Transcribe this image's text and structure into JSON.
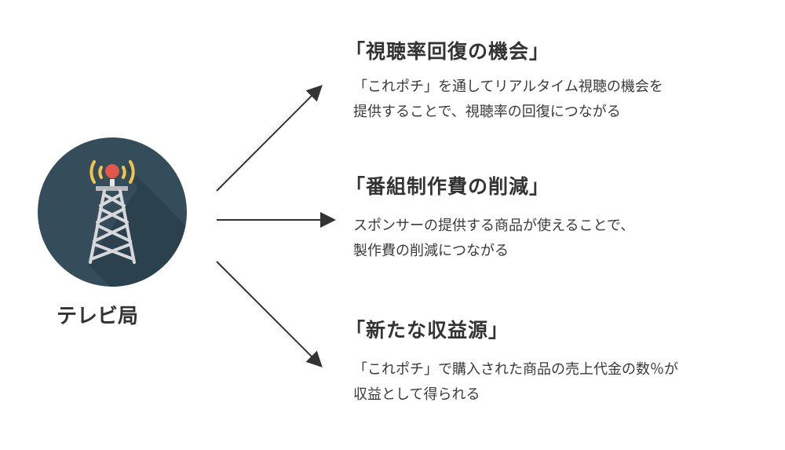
{
  "station": {
    "label": "テレビ局",
    "icon": "broadcast-tower-icon"
  },
  "items": [
    {
      "title": "「視聴率回復の機会」",
      "lines": [
        "「これポチ」を通してリアルタイム視聴の機会を",
        "提供することで、視聴率の回復につながる"
      ]
    },
    {
      "title": "「番組制作費の削減」",
      "lines": [
        "スポンサーの提供する商品が使えることで、",
        "製作費の削減につながる"
      ]
    },
    {
      "title": "「新たな収益源」",
      "lines": [
        "「これポチ」で購入された商品の売上代金の数％が",
        "収益として得られる"
      ]
    }
  ],
  "colors": {
    "circle": "#354d5b",
    "shadow": "#2c414e",
    "tower": "#d8d8dc",
    "light": "#e2574c",
    "waves": "#f2c44d"
  }
}
